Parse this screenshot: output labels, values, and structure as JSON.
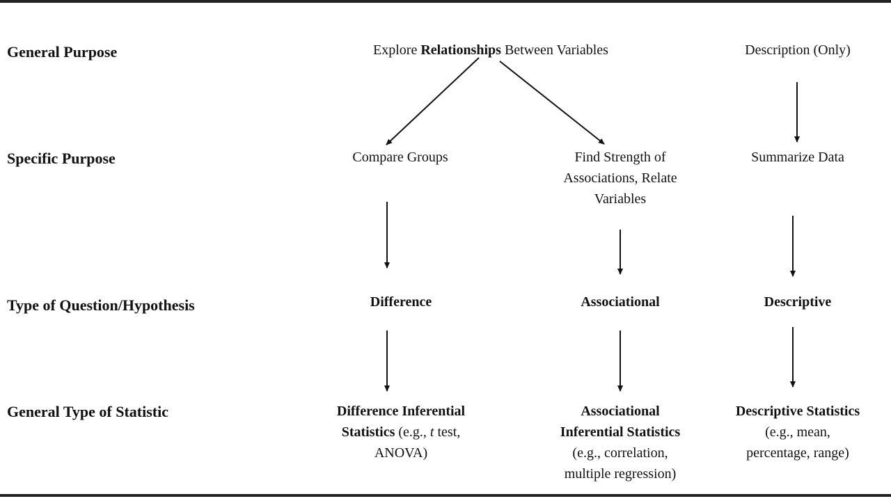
{
  "rows": {
    "general_purpose": "General Purpose",
    "specific_purpose": "Specific Purpose",
    "question_type": "Type of Question/Hypothesis",
    "statistic_type": "General Type of Statistic"
  },
  "nodes": {
    "explore": {
      "pre": "Explore ",
      "bold": "Relationships",
      "post": " Between Variables"
    },
    "description_only": "Description (Only)",
    "compare_groups": "Compare Groups",
    "find_strength": {
      "line1": "Find  Strength of",
      "line2": "Associations, Relate",
      "line3": "Variables"
    },
    "summarize": "Summarize Data",
    "difference": "Difference",
    "associational": "Associational",
    "descriptive": "Descriptive",
    "difference_stats": {
      "line1": "Difference Inferential",
      "line2_bold": "Statistics",
      "line2_pre": "  (e.g., ",
      "line2_italic": "t",
      "line2_post": "  test,",
      "line3": "ANOVA)"
    },
    "assoc_stats": {
      "line1": "Associational",
      "line2": "Inferential Statistics",
      "line3": "(e.g., correlation,",
      "line4": "multiple regression)"
    },
    "desc_stats": {
      "line1": "Descriptive Statistics",
      "line2": "(e.g., mean,",
      "line3": "percentage, range)"
    }
  }
}
